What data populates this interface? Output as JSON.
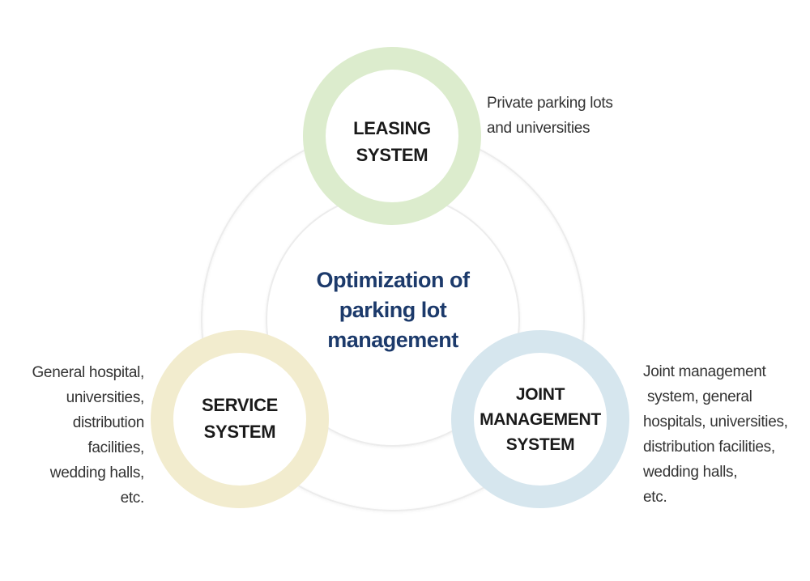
{
  "center": {
    "lines": [
      "Optimization of",
      "parking lot",
      "management"
    ]
  },
  "leasing": {
    "label_lines": [
      "LEASING",
      "SYSTEM"
    ],
    "note_lines": [
      "Private parking lots",
      "and universities"
    ],
    "ring_color": "#dceccd"
  },
  "service": {
    "label_lines": [
      "SERVICE",
      "SYSTEM"
    ],
    "note_lines": [
      "General hospital,",
      "universities,",
      "distribution",
      "facilities,",
      "wedding halls,",
      "etc."
    ],
    "ring_color": "#f2ecce"
  },
  "joint": {
    "label_lines": [
      "JOINT",
      "MANAGEMENT",
      "SYSTEM"
    ],
    "note_lines": [
      "Joint management",
      " system, general",
      "hospitals, universities,",
      "distribution facilities,",
      "wedding halls,",
      "etc."
    ],
    "ring_color": "#d6e6ee"
  },
  "colors": {
    "center_text": "#1c3a6b",
    "outline_ring": "#ececec"
  }
}
